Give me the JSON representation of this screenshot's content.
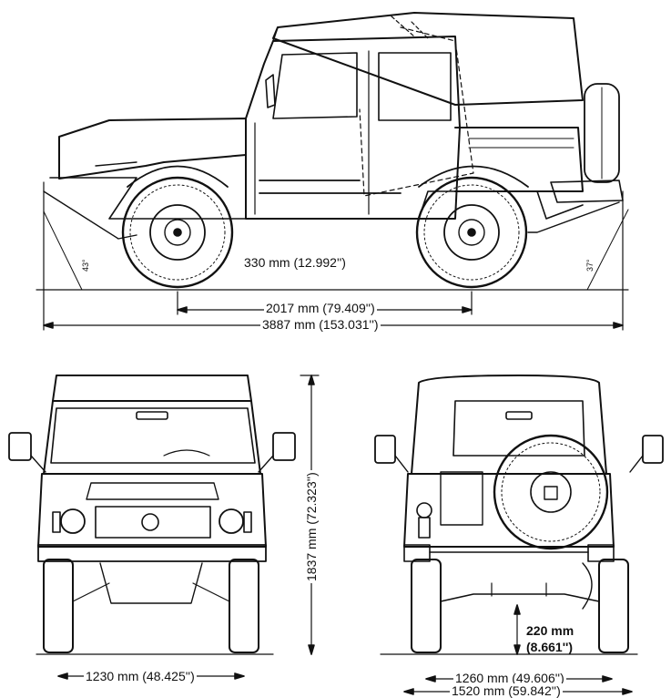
{
  "dimensions": {
    "ground_clearance_side": "330 mm (12.992'')",
    "wheelbase": "2017 mm (79.409'')",
    "overall_length": "3887 mm (153.031'')",
    "overall_height": "1837 mm (72.323'')",
    "front_track": "1230 mm (48.425'')",
    "rear_track": "1260 mm (49.606'')",
    "overall_width": "1520 mm (59.842'')",
    "rear_clearance_line1": "220 mm",
    "rear_clearance_line2": "(8.661'')"
  },
  "angles": {
    "approach": "43°",
    "departure": "37°"
  }
}
